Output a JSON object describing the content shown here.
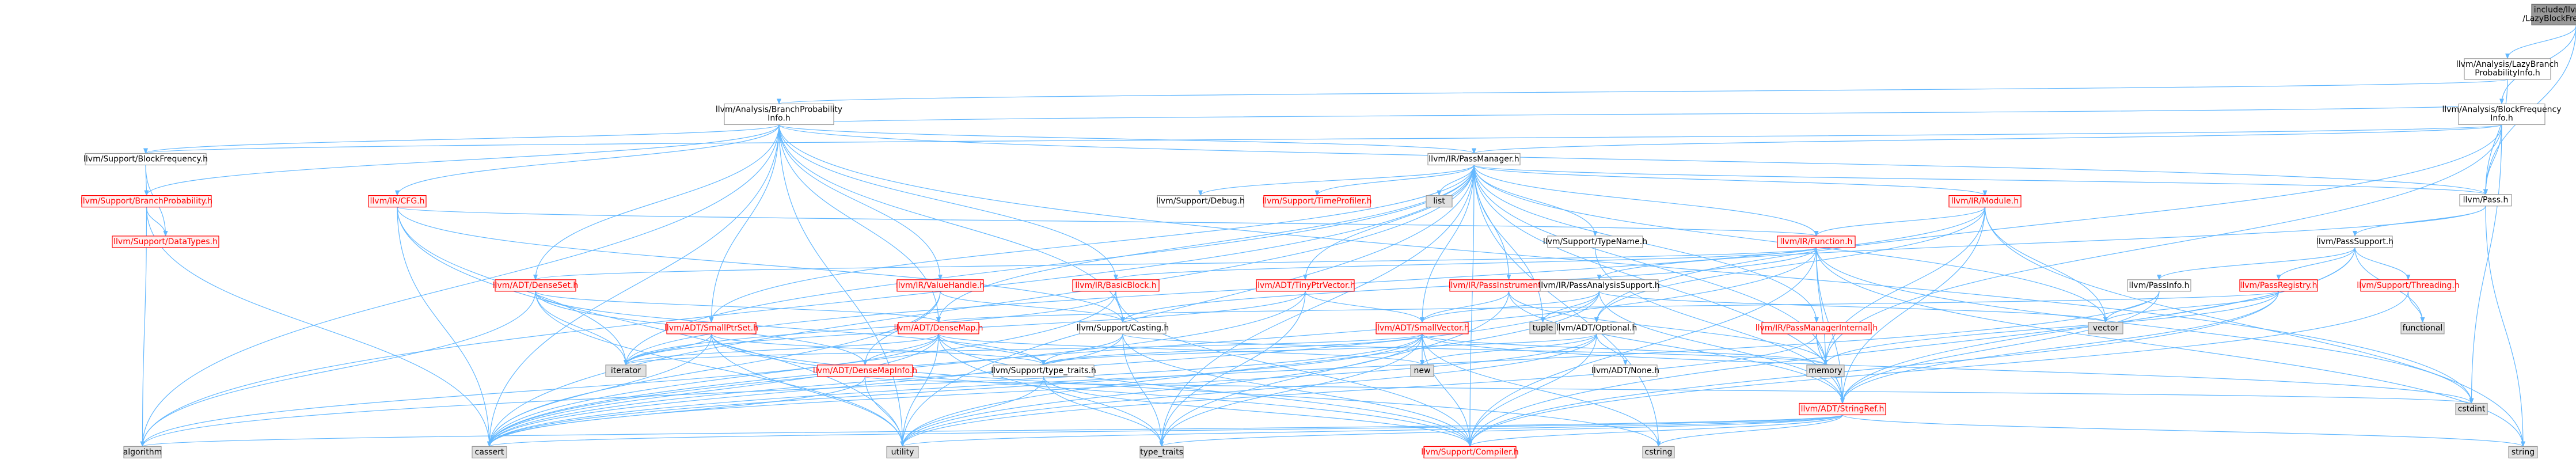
{
  "colors": {
    "root_fill": "#999999",
    "node_fill": "#ffffff",
    "red_fill": "#fff0f0",
    "sys_fill": "#e0e0e0",
    "border_gray": "#999999",
    "border_red": "#ff0000",
    "text_default": "#000000",
    "text_red": "#ff0000",
    "edge": "#63b8ff"
  },
  "nodes": [
    {
      "id": "root",
      "lines": [
        "include/llvm/Analysis",
        "/LazyBlockFrequencyInfo.h"
      ],
      "kind": "root"
    },
    {
      "id": "lbpi",
      "lines": [
        "llvm/Analysis/LazyBranch",
        "ProbabilityInfo.h"
      ],
      "kind": "plain"
    },
    {
      "id": "bfi",
      "lines": [
        "llvm/Analysis/BlockFrequency",
        "Info.h"
      ],
      "kind": "plain"
    },
    {
      "id": "bpi",
      "lines": [
        "llvm/Analysis/BranchProbability",
        "Info.h"
      ],
      "kind": "plain"
    },
    {
      "id": "blockfreq",
      "lines": [
        "llvm/Support/BlockFrequency.h"
      ],
      "kind": "plain"
    },
    {
      "id": "passmanager",
      "lines": [
        "llvm/IR/PassManager.h"
      ],
      "kind": "plain"
    },
    {
      "id": "pass",
      "lines": [
        "llvm/Pass.h"
      ],
      "kind": "plain"
    },
    {
      "id": "branchprob",
      "lines": [
        "llvm/Support/BranchProbability.h"
      ],
      "kind": "red"
    },
    {
      "id": "datatypes",
      "lines": [
        "llvm/Support/DataTypes.h"
      ],
      "kind": "red"
    },
    {
      "id": "cfg",
      "lines": [
        "llvm/IR/CFG.h"
      ],
      "kind": "red"
    },
    {
      "id": "debug",
      "lines": [
        "llvm/Support/Debug.h"
      ],
      "kind": "plain"
    },
    {
      "id": "timeprofiler",
      "lines": [
        "llvm/Support/TimeProfiler.h"
      ],
      "kind": "red"
    },
    {
      "id": "list",
      "lines": [
        "list"
      ],
      "kind": "sys"
    },
    {
      "id": "module",
      "lines": [
        "llvm/IR/Module.h"
      ],
      "kind": "red"
    },
    {
      "id": "typename",
      "lines": [
        "llvm/Support/TypeName.h"
      ],
      "kind": "plain"
    },
    {
      "id": "function",
      "lines": [
        "llvm/IR/Function.h"
      ],
      "kind": "red"
    },
    {
      "id": "passsupport",
      "lines": [
        "llvm/PassSupport.h"
      ],
      "kind": "plain"
    },
    {
      "id": "denseset",
      "lines": [
        "llvm/ADT/DenseSet.h"
      ],
      "kind": "red"
    },
    {
      "id": "valuehandle",
      "lines": [
        "llvm/IR/ValueHandle.h"
      ],
      "kind": "red"
    },
    {
      "id": "basicblock",
      "lines": [
        "llvm/IR/BasicBlock.h"
      ],
      "kind": "red"
    },
    {
      "id": "tinyptrvector",
      "lines": [
        "llvm/ADT/TinyPtrVector.h"
      ],
      "kind": "red"
    },
    {
      "id": "passinstr",
      "lines": [
        "llvm/IR/PassInstrumentation.h"
      ],
      "kind": "red"
    },
    {
      "id": "passanalysis",
      "lines": [
        "llvm/IR/PassAnalysisSupport.h"
      ],
      "kind": "plain"
    },
    {
      "id": "passinfo",
      "lines": [
        "llvm/PassInfo.h"
      ],
      "kind": "plain"
    },
    {
      "id": "passregistry",
      "lines": [
        "llvm/PassRegistry.h"
      ],
      "kind": "red"
    },
    {
      "id": "threading",
      "lines": [
        "llvm/Support/Threading.h"
      ],
      "kind": "red"
    },
    {
      "id": "smallptrset",
      "lines": [
        "llvm/ADT/SmallPtrSet.h"
      ],
      "kind": "red"
    },
    {
      "id": "densemap",
      "lines": [
        "llvm/ADT/DenseMap.h"
      ],
      "kind": "red"
    },
    {
      "id": "casting",
      "lines": [
        "llvm/Support/Casting.h"
      ],
      "kind": "plain"
    },
    {
      "id": "smallvector",
      "lines": [
        "llvm/ADT/SmallVector.h"
      ],
      "kind": "red"
    },
    {
      "id": "tuple",
      "lines": [
        "tuple"
      ],
      "kind": "sys"
    },
    {
      "id": "optional",
      "lines": [
        "llvm/ADT/Optional.h"
      ],
      "kind": "plain"
    },
    {
      "id": "vector",
      "lines": [
        "vector"
      ],
      "kind": "sys"
    },
    {
      "id": "functional",
      "lines": [
        "functional"
      ],
      "kind": "sys"
    },
    {
      "id": "passmgrinternal",
      "lines": [
        "llvm/IR/PassManagerInternal.h"
      ],
      "kind": "red"
    },
    {
      "id": "iterator",
      "lines": [
        "iterator"
      ],
      "kind": "sys"
    },
    {
      "id": "densemapinfo",
      "lines": [
        "llvm/ADT/DenseMapInfo.h"
      ],
      "kind": "red"
    },
    {
      "id": "typetraits",
      "lines": [
        "llvm/Support/type_traits.h"
      ],
      "kind": "plain"
    },
    {
      "id": "new",
      "lines": [
        "new"
      ],
      "kind": "sys"
    },
    {
      "id": "none",
      "lines": [
        "llvm/ADT/None.h"
      ],
      "kind": "plain"
    },
    {
      "id": "memory",
      "lines": [
        "memory"
      ],
      "kind": "sys"
    },
    {
      "id": "stringref",
      "lines": [
        "llvm/ADT/StringRef.h"
      ],
      "kind": "red"
    },
    {
      "id": "cstdint",
      "lines": [
        "cstdint"
      ],
      "kind": "sys"
    },
    {
      "id": "algorithm",
      "lines": [
        "algorithm"
      ],
      "kind": "sys"
    },
    {
      "id": "cassert",
      "lines": [
        "cassert"
      ],
      "kind": "sys"
    },
    {
      "id": "utility",
      "lines": [
        "utility"
      ],
      "kind": "sys"
    },
    {
      "id": "type_traits",
      "lines": [
        "type_traits"
      ],
      "kind": "sys"
    },
    {
      "id": "compiler",
      "lines": [
        "llvm/Support/Compiler.h"
      ],
      "kind": "red"
    },
    {
      "id": "cstring",
      "lines": [
        "cstring"
      ],
      "kind": "sys"
    },
    {
      "id": "string",
      "lines": [
        "string"
      ],
      "kind": "sys"
    }
  ],
  "edges": [
    [
      "root",
      "lbpi"
    ],
    [
      "root",
      "bfi"
    ],
    [
      "root",
      "pass"
    ],
    [
      "lbpi",
      "bpi"
    ],
    [
      "lbpi",
      "pass"
    ],
    [
      "bfi",
      "bpi"
    ],
    [
      "bfi",
      "blockfreq"
    ],
    [
      "bfi",
      "passmanager"
    ],
    [
      "bfi",
      "pass"
    ],
    [
      "bfi",
      "memory"
    ],
    [
      "bfi",
      "cstdint"
    ],
    [
      "bfi",
      "optional"
    ],
    [
      "bpi",
      "blockfreq"
    ],
    [
      "bpi",
      "branchprob"
    ],
    [
      "bpi",
      "passmanager"
    ],
    [
      "bpi",
      "cfg"
    ],
    [
      "bpi",
      "densemap"
    ],
    [
      "bpi",
      "denseset"
    ],
    [
      "bpi",
      "smallptrset"
    ],
    [
      "bpi",
      "valuehandle"
    ],
    [
      "bpi",
      "basicblock"
    ],
    [
      "bpi",
      "casting"
    ],
    [
      "bpi",
      "pass"
    ],
    [
      "bpi",
      "algorithm"
    ],
    [
      "bpi",
      "cassert"
    ],
    [
      "bpi",
      "cstdint"
    ],
    [
      "bpi",
      "utility"
    ],
    [
      "blockfreq",
      "branchprob"
    ],
    [
      "blockfreq",
      "datatypes"
    ],
    [
      "branchprob",
      "datatypes"
    ],
    [
      "branchprob",
      "algorithm"
    ],
    [
      "branchprob",
      "cassert"
    ],
    [
      "cfg",
      "function"
    ],
    [
      "cfg",
      "cassert"
    ],
    [
      "cfg",
      "iterator"
    ],
    [
      "cfg",
      "casting"
    ],
    [
      "cfg",
      "utility"
    ],
    [
      "passmanager",
      "debug"
    ],
    [
      "passmanager",
      "timeprofiler"
    ],
    [
      "passmanager",
      "list"
    ],
    [
      "passmanager",
      "module"
    ],
    [
      "passmanager",
      "function"
    ],
    [
      "passmanager",
      "typename"
    ],
    [
      "passmanager",
      "tinyptrvector"
    ],
    [
      "passmanager",
      "passinstr"
    ],
    [
      "passmanager",
      "passmgrinternal"
    ],
    [
      "passmanager",
      "smallptrset"
    ],
    [
      "passmanager",
      "densemap"
    ],
    [
      "passmanager",
      "stringref"
    ],
    [
      "passmanager",
      "smallvector"
    ],
    [
      "passmanager",
      "algorithm"
    ],
    [
      "passmanager",
      "cassert"
    ],
    [
      "passmanager",
      "cstring"
    ],
    [
      "passmanager",
      "iterator"
    ],
    [
      "passmanager",
      "memory"
    ],
    [
      "passmanager",
      "tuple"
    ],
    [
      "passmanager",
      "type_traits"
    ],
    [
      "passmanager",
      "utility"
    ],
    [
      "passmanager",
      "vector"
    ],
    [
      "passmanager",
      "pass"
    ],
    [
      "passmanager",
      "compiler"
    ],
    [
      "module",
      "function"
    ],
    [
      "module",
      "stringref"
    ],
    [
      "module",
      "cstddef"
    ],
    [
      "module",
      "iterator"
    ],
    [
      "module",
      "memory"
    ],
    [
      "module",
      "optional"
    ],
    [
      "module",
      "string"
    ],
    [
      "module",
      "vector"
    ],
    [
      "function",
      "basicblock"
    ],
    [
      "function",
      "denseset"
    ],
    [
      "function",
      "stringref"
    ],
    [
      "function",
      "casting"
    ],
    [
      "function",
      "compiler"
    ],
    [
      "function",
      "cassert"
    ],
    [
      "function",
      "cstdint"
    ],
    [
      "function",
      "memory"
    ],
    [
      "function",
      "string"
    ],
    [
      "typename",
      "stringref"
    ],
    [
      "pass",
      "passsupport"
    ],
    [
      "pass",
      "string"
    ],
    [
      "pass",
      "passanalysis"
    ],
    [
      "passsupport",
      "passinfo"
    ],
    [
      "passsupport",
      "passregistry"
    ],
    [
      "passsupport",
      "threading"
    ],
    [
      "passsupport",
      "functional"
    ],
    [
      "passsupport",
      "compiler"
    ],
    [
      "passsupport",
      "stringref"
    ],
    [
      "passinfo",
      "stringref"
    ],
    [
      "passinfo",
      "vector"
    ],
    [
      "passinfo",
      "cassert"
    ],
    [
      "passregistry",
      "densemap"
    ],
    [
      "passregistry",
      "stringref"
    ],
    [
      "passregistry",
      "compiler"
    ],
    [
      "passregistry",
      "memory"
    ],
    [
      "passregistry",
      "vector"
    ],
    [
      "threading",
      "functional"
    ],
    [
      "threading",
      "compiler"
    ],
    [
      "passanalysis",
      "stringref"
    ],
    [
      "passanalysis",
      "smallvector"
    ],
    [
      "passanalysis",
      "cassert"
    ],
    [
      "passanalysis",
      "tuple"
    ],
    [
      "passanalysis",
      "utility"
    ],
    [
      "passanalysis",
      "vector"
    ],
    [
      "denseset",
      "densemap"
    ],
    [
      "denseset",
      "densemapinfo"
    ],
    [
      "denseset",
      "typetraits"
    ],
    [
      "denseset",
      "algorithm"
    ],
    [
      "denseset",
      "cstddef"
    ],
    [
      "denseset",
      "initializer_list"
    ],
    [
      "denseset",
      "iterator"
    ],
    [
      "denseset",
      "utility"
    ],
    [
      "valuehandle",
      "densemapinfo"
    ],
    [
      "valuehandle",
      "casting"
    ],
    [
      "valuehandle",
      "cassert"
    ],
    [
      "basicblock",
      "casting"
    ],
    [
      "basicblock",
      "compiler"
    ],
    [
      "basicblock",
      "cassert"
    ],
    [
      "basicblock",
      "iterator"
    ],
    [
      "tinyptrvector",
      "smallvector"
    ],
    [
      "tinyptrvector",
      "cassert"
    ],
    [
      "tinyptrvector",
      "iterator"
    ],
    [
      "tinyptrvector",
      "type_traits"
    ],
    [
      "passinstr",
      "stringref"
    ],
    [
      "passinstr",
      "smallvector"
    ],
    [
      "passinstr",
      "type_traits"
    ],
    [
      "passinstr",
      "memory"
    ],
    [
      "smallptrset",
      "typetraits"
    ],
    [
      "smallptrset",
      "compiler"
    ],
    [
      "smallptrset",
      "cassert"
    ],
    [
      "smallptrset",
      "cstring"
    ],
    [
      "smallptrset",
      "iterator"
    ],
    [
      "smallptrset",
      "utility"
    ],
    [
      "densemap",
      "densemapinfo"
    ],
    [
      "densemap",
      "typetraits"
    ],
    [
      "densemap",
      "compiler"
    ],
    [
      "densemap",
      "algorithm"
    ],
    [
      "densemap",
      "cassert"
    ],
    [
      "densemap",
      "iterator"
    ],
    [
      "densemap",
      "new"
    ],
    [
      "densemap",
      "type_traits"
    ],
    [
      "densemap",
      "utility"
    ],
    [
      "casting",
      "typetraits"
    ],
    [
      "casting",
      "compiler"
    ],
    [
      "casting",
      "cassert"
    ],
    [
      "casting",
      "memory"
    ],
    [
      "casting",
      "type_traits"
    ],
    [
      "smallvector",
      "typetraits"
    ],
    [
      "smallvector",
      "compiler"
    ],
    [
      "smallvector",
      "algorithm"
    ],
    [
      "smallvector",
      "cassert"
    ],
    [
      "smallvector",
      "cstring"
    ],
    [
      "smallvector",
      "iterator"
    ],
    [
      "smallvector",
      "memory"
    ],
    [
      "smallvector",
      "new"
    ],
    [
      "smallvector",
      "type_traits"
    ],
    [
      "smallvector",
      "utility"
    ],
    [
      "smallvector",
      "cstdint"
    ],
    [
      "optional",
      "none"
    ],
    [
      "optional",
      "typetraits"
    ],
    [
      "optional",
      "compiler"
    ],
    [
      "optional",
      "cassert"
    ],
    [
      "optional",
      "new"
    ],
    [
      "optional",
      "utility"
    ],
    [
      "passmgrinternal",
      "stringref"
    ],
    [
      "passmgrinternal",
      "memory"
    ],
    [
      "passmgrinternal",
      "utility"
    ],
    [
      "densemapinfo",
      "cassert"
    ],
    [
      "densemapinfo",
      "cstdint"
    ],
    [
      "densemapinfo",
      "utility"
    ],
    [
      "typetraits",
      "compiler"
    ],
    [
      "typetraits",
      "type_traits"
    ],
    [
      "typetraits",
      "utility"
    ],
    [
      "stringref",
      "compiler"
    ],
    [
      "stringref",
      "algorithm"
    ],
    [
      "stringref",
      "cassert"
    ],
    [
      "stringref",
      "cstring"
    ],
    [
      "stringref",
      "string"
    ],
    [
      "stringref",
      "type_traits"
    ],
    [
      "stringref",
      "utility"
    ]
  ]
}
